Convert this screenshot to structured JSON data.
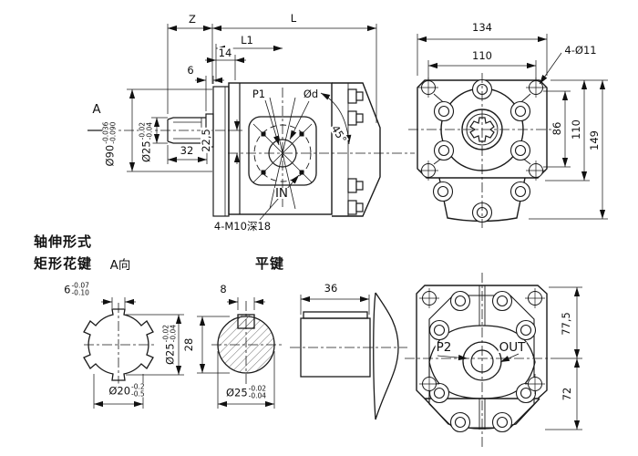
{
  "drawing": {
    "side_view": {
      "dim_z": "Z",
      "dim_l": "L",
      "dim_l1": "L1",
      "dim_14": "14",
      "dim_6": "6",
      "view_arrow": "A",
      "dia90": {
        "base": "Ø90",
        "tol_upper": "-0.036",
        "tol_lower": "-0.090"
      },
      "dia25": {
        "base": "Ø25",
        "tol_upper": "-0.02",
        "tol_lower": "-0.04"
      },
      "dim_32": "32",
      "dim_22_5": "22,5",
      "port_label": "P1",
      "dia_d": "Ød",
      "angle_45": "45°",
      "inlet_label": "IN",
      "thread_note": "4-M10深18"
    },
    "front_view": {
      "dim_134": "134",
      "dim_110_top": "110",
      "holes_note": "4-Ø11",
      "dim_86": "86",
      "dim_110_right": "110",
      "dim_149": "149"
    },
    "shaft_forms": {
      "heading_line1": "轴伸形式",
      "heading_line2": "矩形花键",
      "view_a_label": "A向",
      "spline": {
        "tooth_width": {
          "base": "6",
          "tol_upper": "-0.07",
          "tol_lower": "-0.10"
        },
        "dia25": {
          "base": "Ø25",
          "tol_upper": "-0.02",
          "tol_lower": "-0.04"
        },
        "dia20": {
          "base": "Ø20",
          "tol_upper": "-0.2",
          "tol_lower": "-0.5"
        }
      },
      "flat_key": {
        "title": "平键",
        "key_width": "8",
        "dim_28": "28",
        "dia25": {
          "base": "Ø25",
          "tol_upper": "-0.02",
          "tol_lower": "-0.04"
        },
        "key_length": "36"
      }
    },
    "rear_view": {
      "port_label": "P2",
      "outlet_label": "OUT",
      "dim_77_5": "77,5",
      "dim_72": "72"
    },
    "line_color": "#1a1a1a"
  }
}
